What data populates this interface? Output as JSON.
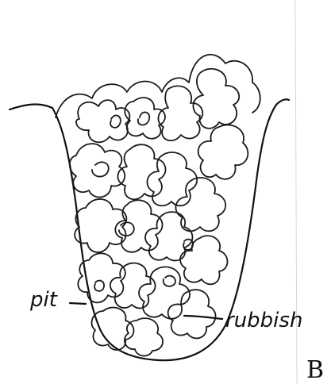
{
  "diagram": {
    "labels": {
      "pit": "pit",
      "rubbish": "rubbish"
    },
    "panel_letter": "B"
  }
}
